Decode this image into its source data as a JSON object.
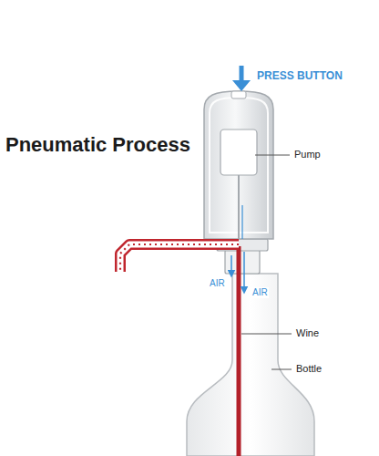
{
  "diagram": {
    "title": "Pneumatic Process",
    "labels": [
      "PRESS BUTTON",
      "Pump",
      "AIR",
      "AIR",
      "Wine",
      "Bottle"
    ]
  }
}
